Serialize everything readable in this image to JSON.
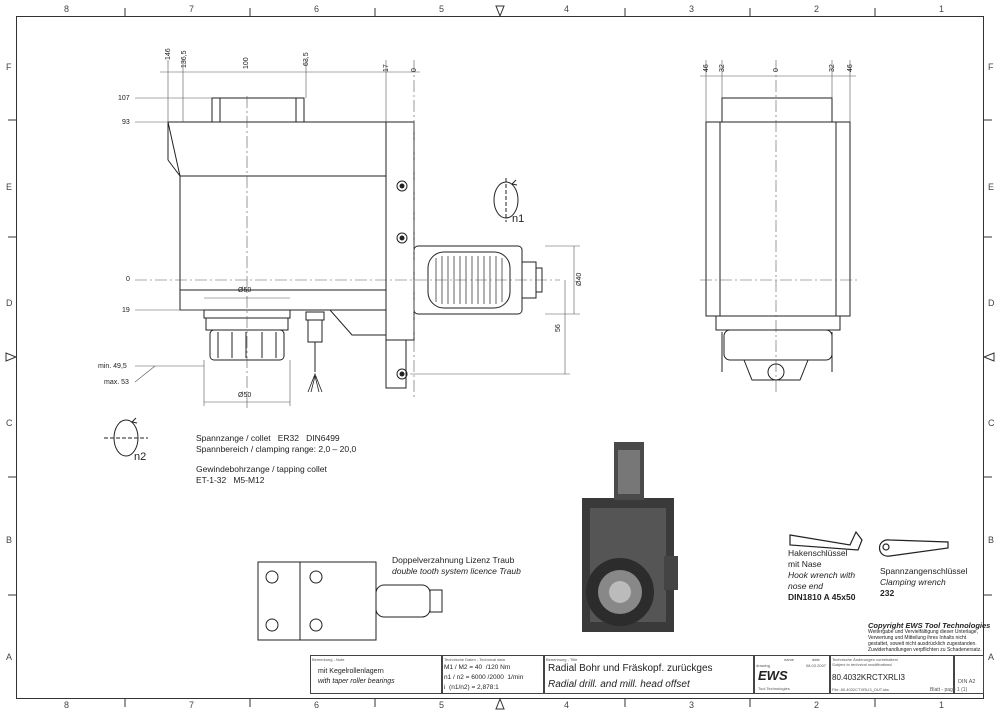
{
  "grid": {
    "columns": [
      "8",
      "7",
      "6",
      "5",
      "4",
      "3",
      "2",
      "1"
    ],
    "rows": [
      "F",
      "E",
      "D",
      "C",
      "B",
      "A"
    ]
  },
  "dimensions": {
    "top_left": [
      "146",
      "136,5",
      "100",
      "63,5",
      "17",
      "0"
    ],
    "top_right": [
      "46",
      "32",
      "0",
      "32",
      "46"
    ],
    "left_side": [
      "107",
      "93",
      "0",
      "19",
      "min. 49,5",
      "max. 53"
    ],
    "diameters": [
      "Ø50",
      "Ø50",
      "Ø40"
    ],
    "offset": "56"
  },
  "rotation_labels": {
    "n1": "n1",
    "n2": "n2"
  },
  "collet": {
    "line1": "Spannzange / collet   ER32   DIN6499",
    "line2": "Spannbereich / clamping range: 2,0 – 20,0",
    "line3": "Gewindebohrzange / tapping collet",
    "line4": "ET-1-32   M5-M12"
  },
  "tooth_system": {
    "line1": "Doppelverzahnung Lizenz Traub",
    "line2": "double tooth system licence Traub"
  },
  "hook_wrench": {
    "line1": "Hakenschlüssel",
    "line2": "mit Nase",
    "line3": "Hook wrench with",
    "line4": "nose end",
    "line5": "DIN1810 A 45x50"
  },
  "clamping_wrench": {
    "line1": "Spannzangenschlüssel",
    "line2": "Clamping wrench",
    "line3": "232"
  },
  "copyright": {
    "title": "Copyright EWS Tool Technologies",
    "line1": "Weitergabe und Vervielfältigung dieser Unterlage,",
    "line2": "Verwertung und Mitteilung ihres Inhalts nicht",
    "line3": "gestattet, soweit nicht ausdrücklich zugestanden.",
    "line4": "Zuwiderhandlungen verpflichten zu Schadenersatz."
  },
  "title_block": {
    "remark_label": "Bemerkung - Note",
    "remark_de": "mit Kegelrollenlagern",
    "remark_en": "with taper roller bearings",
    "tech_label": "Technische Daten - Technical data",
    "tech1": "M1 / M2 = 40  /120 Nm",
    "tech2": "n1 / n2 = 6000 /2000  1/min",
    "tech3": "i  (n1/n2) = 2,878:1",
    "name_label": "Benennung - Title",
    "title_de": "Radial Bohr und Fräskopf. zurückges",
    "title_en": "Radial drill. and mill. head offset",
    "name_col": "name",
    "date_col": "date",
    "drawing_label": "drawing",
    "drawing_date": "08.03.2007",
    "logo": "EWS",
    "logo_sub": "Tool Technologies",
    "changes_de": "Technische Änderungen vorbehalten!",
    "changes_en": "Subject to technical modifications!",
    "part_number": "80.4032KRCTXRLI3",
    "file": "File: 80.4032CTXRLI3_OUT.idw",
    "format": "DIN A2",
    "sheet": "Blatt - page  1 (1)"
  }
}
